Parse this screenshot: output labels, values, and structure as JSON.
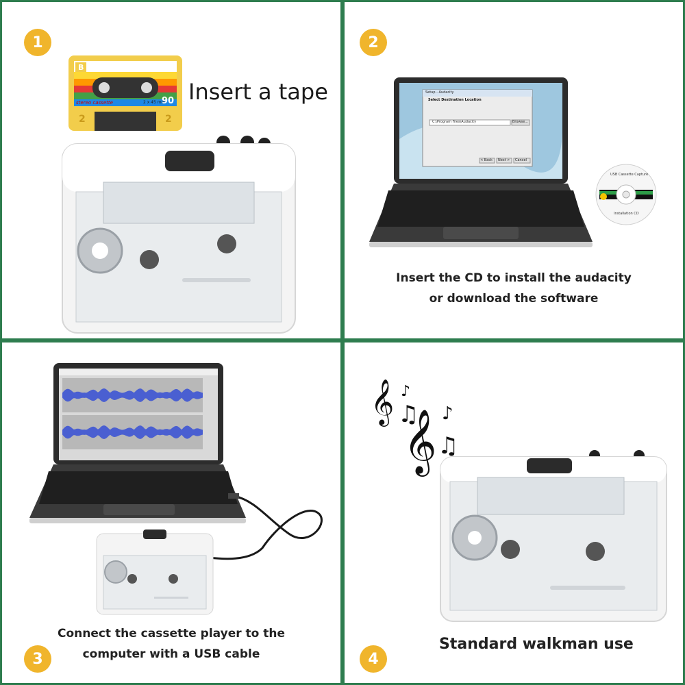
{
  "steps": [
    {
      "number": "1",
      "caption": "Insert a tape"
    },
    {
      "number": "2",
      "caption_line1": "Insert the CD to install the audacity",
      "caption_line2": "or download the software"
    },
    {
      "number": "3",
      "caption_line1": "Connect the cassette player to the",
      "caption_line2": "computer with a USB cable"
    },
    {
      "number": "4",
      "caption": "Standard walkman use"
    }
  ],
  "cassette_label": {
    "side": "B",
    "brand": "stereo cassette",
    "length_text": "2 x 45 min",
    "minutes": "90",
    "corner_numbers": [
      "2",
      "2"
    ]
  },
  "cd_label": {
    "top_text": "USB Cassette Capture",
    "bottom_text": "Installation CD"
  },
  "installer": {
    "window_title": "Setup - Audacity",
    "heading": "Select Destination Location",
    "path": "C:\\Program Files\\Audacity",
    "browse": "Browse...",
    "back": "< Back",
    "next": "Next >",
    "cancel": "Cancel"
  },
  "colors": {
    "border": "#2e7d4f",
    "badge": "#f0b52c",
    "waveform": "#4a5fd1"
  }
}
